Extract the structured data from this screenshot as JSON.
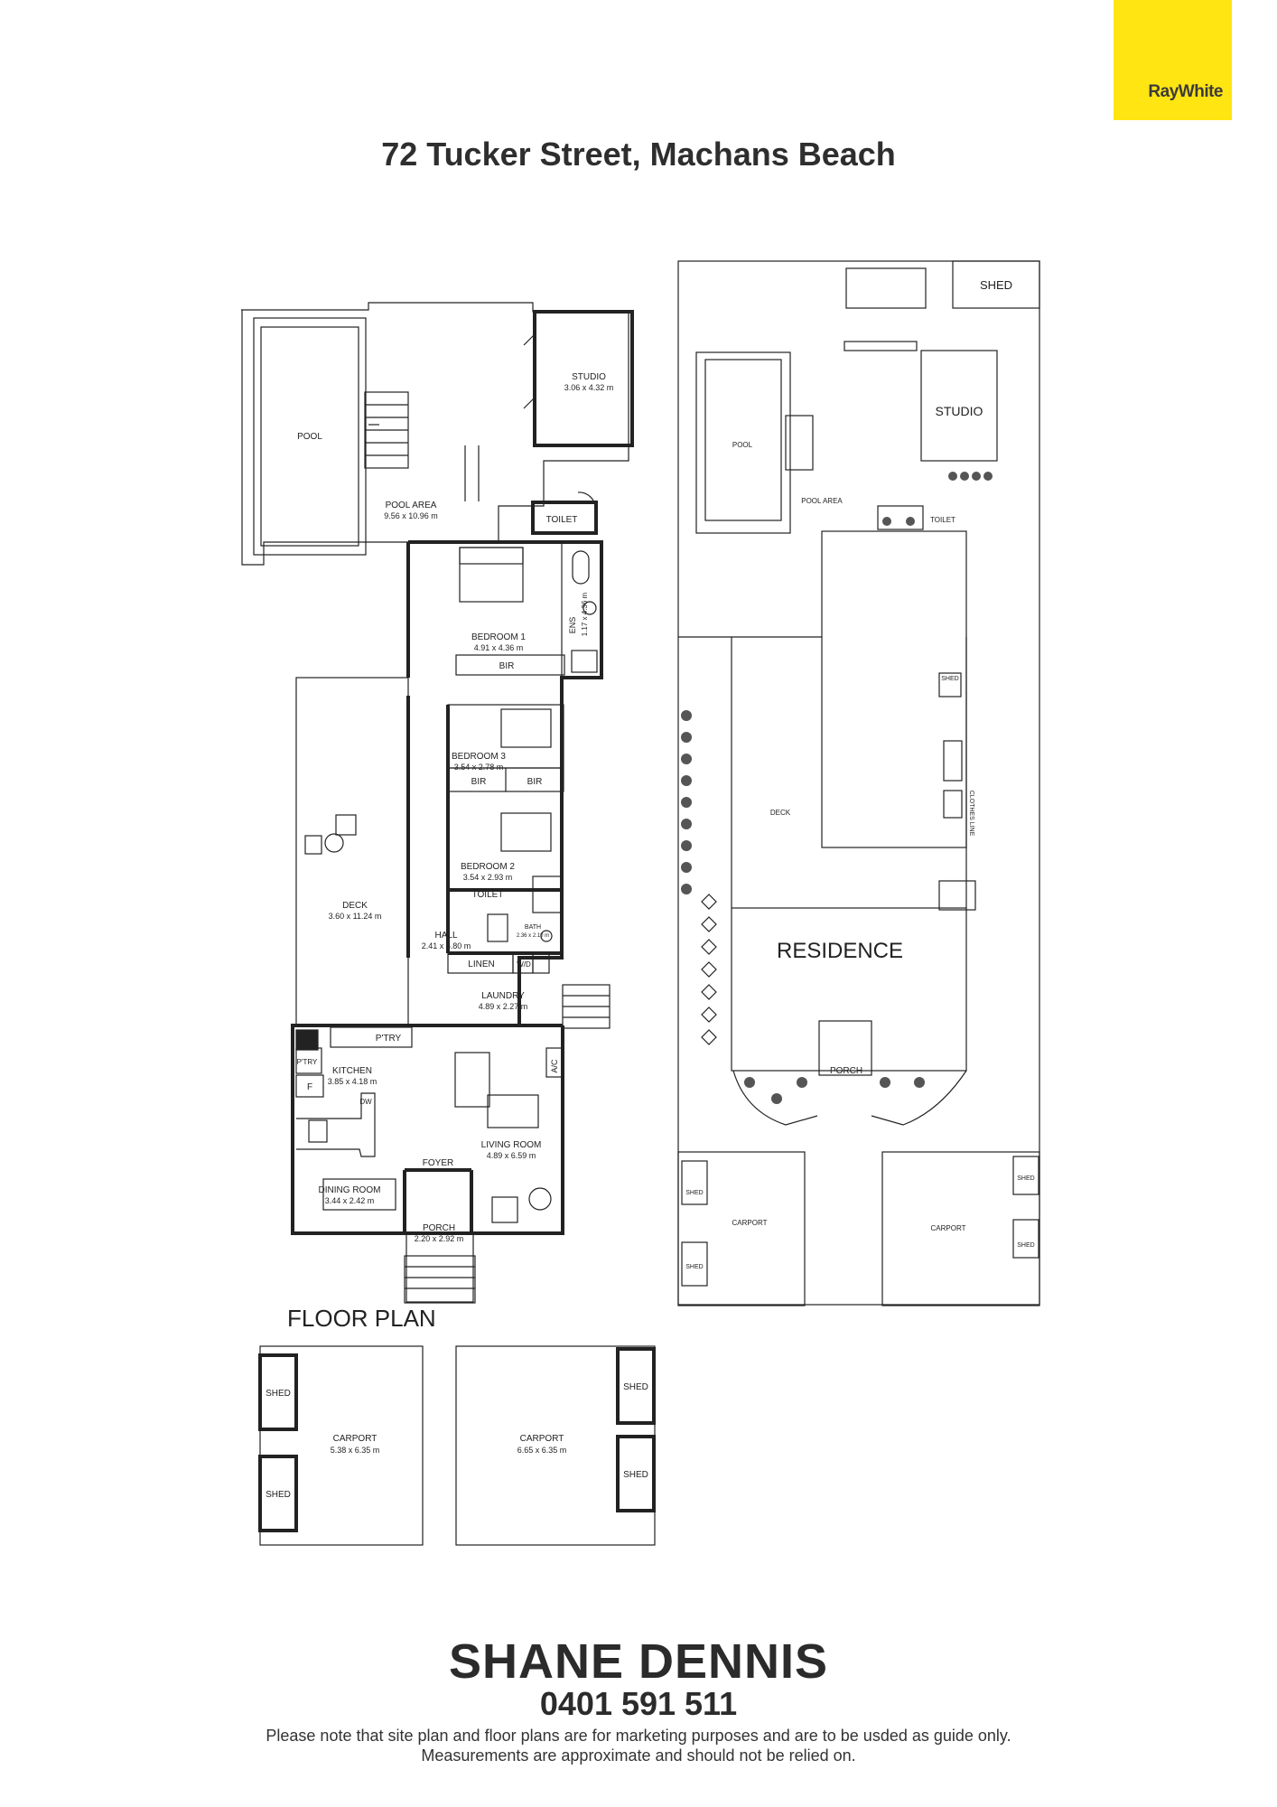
{
  "brand": {
    "logo_text": "RayWhite",
    "logo_color": "#ffe512"
  },
  "title": "72 Tucker Street, Machans Beach",
  "floor_plan_heading": "FLOOR PLAN",
  "floor_plan": {
    "pool": "POOL",
    "pool_area": "POOL AREA",
    "pool_area_dim": "9.56 x 10.96 m",
    "studio": "STUDIO",
    "studio_dim": "3.06 x 4.32 m",
    "toilet": "TOILET",
    "bedroom1": "BEDROOM 1",
    "bedroom1_dim": "4.91 x 4.36 m",
    "ens": "ENS",
    "ens_dim": "1.17 x 4.36 m",
    "bir": "BIR",
    "bedroom3": "BEDROOM 3",
    "bedroom3_dim": "3.54 x 2.78 m",
    "bedroom2": "BEDROOM 2",
    "bedroom2_dim": "3.54 x 2.93 m",
    "toilet2": "TOILET",
    "bath": "BATH",
    "bath_dim": "2.36 x 2.10 m",
    "deck": "DECK",
    "deck_dim": "3.60 x 11.24 m",
    "hall": "HALL",
    "hall_dim": "2.41 x 8.80 m",
    "linen": "LINEN",
    "wd": "W/D",
    "laundry": "LAUNDRY",
    "laundry_dim": "4.89 x 2.27 m",
    "pantry": "P'TRY",
    "kitchen": "KITCHEN",
    "kitchen_dim": "3.85 x 4.18 m",
    "fridge": "F",
    "dw": "DW",
    "ac": "A/C",
    "living": "LIVING ROOM",
    "living_dim": "4.89 x 6.59 m",
    "foyer": "FOYER",
    "dining": "DINING ROOM",
    "dining_dim": "3.44 x 2.42 m",
    "porch": "PORCH",
    "porch_dim": "2.20 x 2.92 m"
  },
  "carports": {
    "left": {
      "label": "CARPORT",
      "dim": "5.38 x 6.35 m",
      "shed_a": "SHED",
      "shed_b": "SHED"
    },
    "right": {
      "label": "CARPORT",
      "dim": "6.65 x 6.35 m",
      "shed_a": "SHED",
      "shed_b": "SHED"
    }
  },
  "site_plan": {
    "shed_top": "SHED",
    "studio": "STUDIO",
    "pool": "POOL",
    "pool_area": "POOL AREA",
    "toilet": "TOILET",
    "shed_side": "SHED",
    "deck": "DECK",
    "clothes_line": "CLOTHES LINE",
    "residence": "RESIDENCE",
    "porch": "PORCH",
    "carport_left": "CARPORT",
    "carport_right": "CARPORT",
    "shed_l1": "SHED",
    "shed_l2": "SHED",
    "shed_r1": "SHED",
    "shed_r2": "SHED"
  },
  "agent": {
    "name": "SHANE DENNIS",
    "phone": "0401 591 511"
  },
  "disclaimer": {
    "line1": "Please note that site plan and floor plans are for marketing purposes and are to be usded as guide only.",
    "line2": "Measurements are approximate and should not be relied on."
  }
}
